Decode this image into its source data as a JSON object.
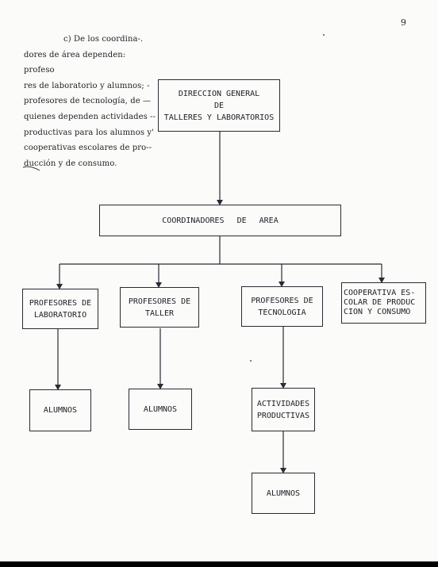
{
  "page_number": "9",
  "intro_lines": [
    "c) De los coordina-.",
    "dores de área dependen: profeso",
    "res de laboratorio y alumnos; -",
    "profesores de tecnología, de —",
    "quienes dependen actividades --",
    "productivas para los alumnos y'",
    "cooperativas escolares de pro--",
    "ducción y de consumo."
  ],
  "boxes": {
    "direccion": [
      "DIRECCION GENERAL",
      "DE",
      "TALLERES Y LABORATORIOS"
    ],
    "coordinadores": [
      "COORDINADORES DE AREA"
    ],
    "prof_laboratorio": [
      "PROFESORES DE",
      "LABORATORIO"
    ],
    "prof_taller": [
      "PROFESORES DE",
      "TALLER"
    ],
    "prof_tecnologia": [
      "PROFESORES DE",
      "TECNOLOGIA"
    ],
    "cooperativa": [
      "COOPERATIVA ES-",
      "COLAR DE PRODUC",
      "CION Y CONSUMO"
    ],
    "alumnos_lab": [
      "ALUMNOS"
    ],
    "alumnos_taller": [
      "ALUMNOS"
    ],
    "actividades": [
      "ACTIVIDADES",
      "PRODUCTIVAS"
    ],
    "alumnos_tec": [
      "ALUMNOS"
    ]
  }
}
